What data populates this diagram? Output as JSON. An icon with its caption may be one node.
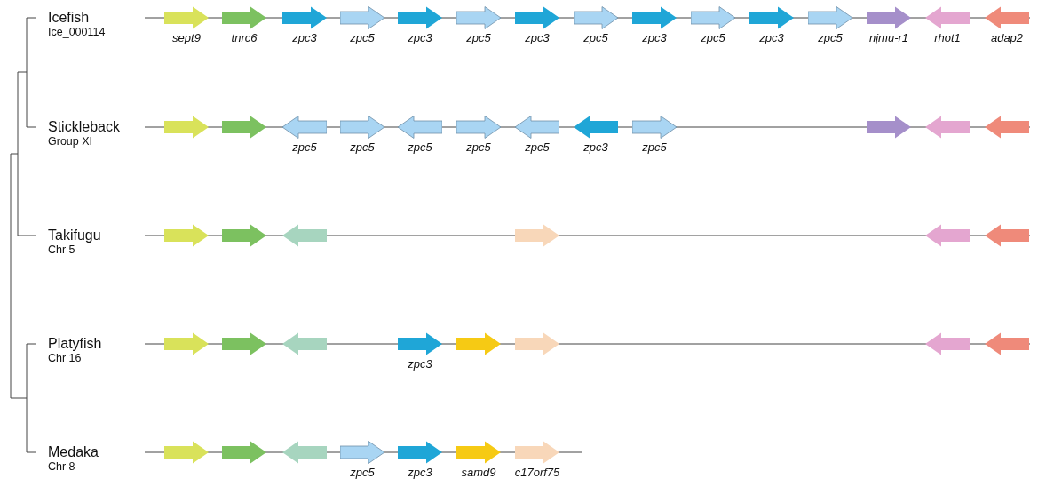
{
  "diagram": {
    "nodes": [
      {
        "text": [
          "Icefish",
          "Ice_000114"
        ]
      },
      {
        "text": [
          "sept9"
        ]
      },
      {
        "text": [
          "tnrc6"
        ]
      },
      {
        "text": [
          "zpc3"
        ]
      },
      {
        "text": [
          "zpc5"
        ]
      },
      {
        "text": [
          "zpc3"
        ]
      },
      {
        "text": [
          "zpc5"
        ]
      },
      {
        "text": [
          "zpc3"
        ]
      },
      {
        "text": [
          "zpc5"
        ]
      },
      {
        "text": [
          "zpc3"
        ]
      },
      {
        "text": [
          "zpc5"
        ]
      },
      {
        "text": [
          "zpc3"
        ]
      },
      {
        "text": [
          "zpc5"
        ]
      },
      {
        "text": [
          "njmu-r1"
        ]
      },
      {
        "text": [
          "rhot1"
        ]
      },
      {
        "text": [
          "adap2"
        ]
      },
      {
        "text": [
          "Stickleback",
          "Group XI"
        ]
      },
      {
        "text": [],
        "shape": "arrow"
      },
      {
        "text": [],
        "shape": "arrow"
      },
      {
        "text": [
          "zpc5"
        ]
      },
      {
        "text": [
          "zpc5"
        ]
      },
      {
        "text": [
          "zpc5"
        ]
      },
      {
        "text": [
          "zpc5"
        ]
      },
      {
        "text": [
          "zpc5"
        ]
      },
      {
        "text": [
          "zpc3"
        ]
      },
      {
        "text": [
          "zpc5"
        ]
      },
      {
        "text": [],
        "shape": "arrow"
      },
      {
        "text": [],
        "shape": "arrow"
      },
      {
        "text": [],
        "shape": "arrow"
      },
      {
        "text": [
          "Takifugu",
          "Chr 5"
        ]
      },
      {
        "text": [],
        "shape": "arrow"
      },
      {
        "text": [],
        "shape": "arrow"
      },
      {
        "text": [],
        "shape": "arrow"
      },
      {
        "text": [],
        "shape": "arrow"
      },
      {
        "text": [],
        "shape": "arrow"
      },
      {
        "text": [],
        "shape": "arrow"
      },
      {
        "text": [
          "Platyfish",
          "Chr 16"
        ]
      },
      {
        "text": [],
        "shape": "arrow"
      },
      {
        "text": [],
        "shape": "arrow"
      },
      {
        "text": [],
        "shape": "arrow"
      },
      {
        "text": [
          "zpc3"
        ]
      },
      {
        "text": [],
        "shape": "arrow"
      },
      {
        "text": [],
        "shape": "arrow"
      },
      {
        "text": [],
        "shape": "arrow"
      },
      {
        "text": [],
        "shape": "arrow"
      },
      {
        "text": [
          "Medaka",
          "Chr 8"
        ]
      },
      {
        "text": [],
        "shape": "arrow"
      },
      {
        "text": [],
        "shape": "arrow"
      },
      {
        "text": [],
        "shape": "arrow"
      },
      {
        "text": [
          "zpc5"
        ]
      },
      {
        "text": [
          "zpc3"
        ]
      },
      {
        "text": [
          "samd9"
        ]
      },
      {
        "text": [
          "c17orf75"
        ]
      }
    ]
  }
}
